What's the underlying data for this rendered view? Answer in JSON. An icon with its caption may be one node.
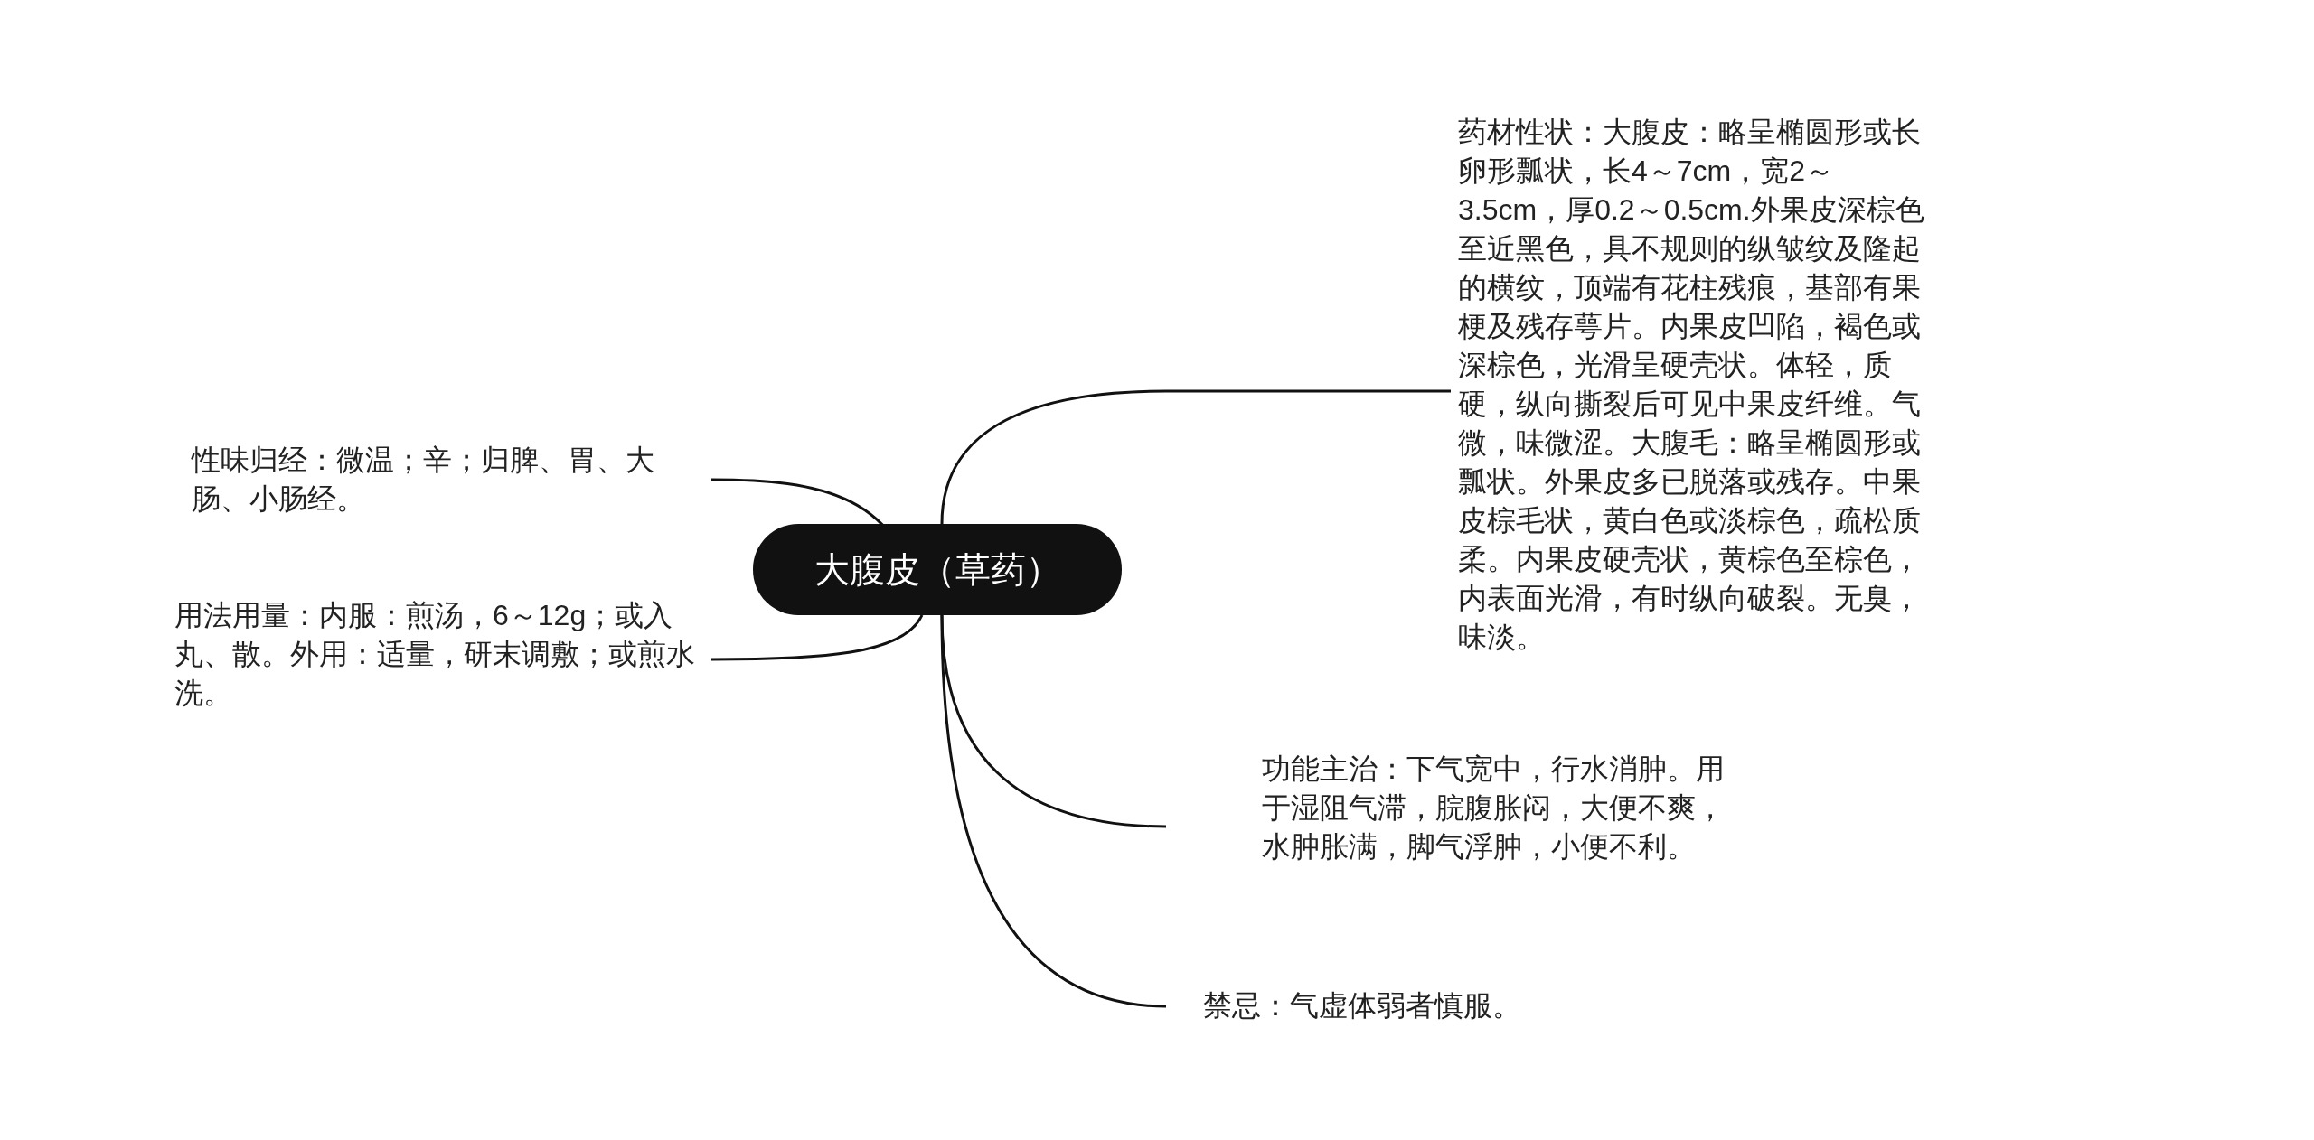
{
  "diagram": {
    "nodes": [
      {
        "text": [
          "大腹皮（草药）"
        ]
      },
      {
        "text": [
          "药材性状：大腹皮：略呈椭圆形或长卵形瓢状，长4～7cm，宽2～3.5cm，厚0.2～0.5cm.外果皮深棕色至近黑色，具不规则的纵皱纹及隆起的横纹，顶端有花柱残痕，基部有果梗及残存萼片。内果皮凹陷，褐色或深棕色，光滑呈硬壳状。体轻，质硬，纵向撕裂后可见中果皮纤维。气微，味微涩。大腹毛：略呈椭圆形或瓢状。外果皮多已脱落或残存。中果皮棕毛状，黄白色或淡棕色，疏松质柔。内果皮硬壳状，黄棕色至棕色，内表面光滑，有时纵向破裂。无臭，味淡。"
        ]
      },
      {
        "text": [
          "性味归经：微温；辛；归脾、胃、大肠、小肠经。"
        ]
      },
      {
        "text": [
          "用法用量：内服：煎汤，6～12g；或入丸、散。外用：适量，研末调敷；或煎水洗。"
        ]
      },
      {
        "text": [
          "功能主治：下气宽中，行水消肿。用于湿阻气滞，脘腹胀闷，大便不爽，水肿胀满，脚气浮肿，小便不利。"
        ]
      },
      {
        "text": [
          "禁忌：气虚体弱者慎服。"
        ]
      }
    ],
    "edges": [
      {
        "from": 0,
        "to": 1,
        "arrow": "none"
      },
      {
        "from": 0,
        "to": 2,
        "arrow": "none"
      },
      {
        "from": 0,
        "to": 3,
        "arrow": "none"
      },
      {
        "from": 0,
        "to": 4,
        "arrow": "none"
      },
      {
        "from": 0,
        "to": 5,
        "arrow": "none"
      }
    ]
  }
}
